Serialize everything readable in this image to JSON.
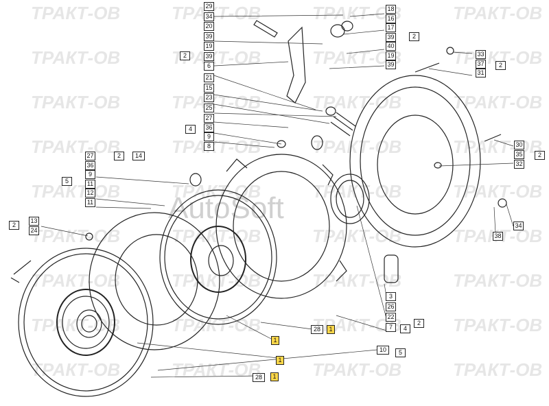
{
  "watermark": {
    "text": "ТРАКТ-ОВ",
    "center_text": "AutoSoft"
  },
  "highlight_color": "#ffd84a",
  "callouts": {
    "top_group_a": [
      "29",
      "34",
      "20",
      "39",
      "19",
      "39",
      "6"
    ],
    "top_group_a_ref": "2",
    "top_group_b": [
      "18",
      "16",
      "17",
      "39",
      "40",
      "19",
      "39"
    ],
    "top_group_b_ref": "2",
    "mid_group": [
      "21",
      "15",
      "23",
      "25"
    ],
    "left_group_a": [
      "27",
      "36",
      "9",
      "8"
    ],
    "left_group_a_ref": "4",
    "right_top": [
      "33",
      "37",
      "31"
    ],
    "right_top_ref": "2",
    "right_mid": [
      "30",
      "35",
      "32"
    ],
    "right_mid_ref": "2",
    "pin_left_ref": "2",
    "pin_left_top": "14",
    "left_group_b": [
      "27",
      "36",
      "9",
      "11",
      "12",
      "11"
    ],
    "left_group_b_ref": "5",
    "bolt_left_ref": "2",
    "bolt_left": [
      "13",
      "24"
    ],
    "nut_right": "34",
    "washer_right": "38",
    "bottom_right": [
      "3",
      "26",
      "22",
      "7"
    ],
    "bottom_right_ref4": "4",
    "bottom_right_ref2": "2",
    "disc_28a": "28",
    "disc_1a": "1",
    "disc_1b": "1",
    "disc_10": "10",
    "disc_5": "5",
    "disc_1c": "1",
    "disc_28b": "28",
    "disc_1d": "1"
  }
}
